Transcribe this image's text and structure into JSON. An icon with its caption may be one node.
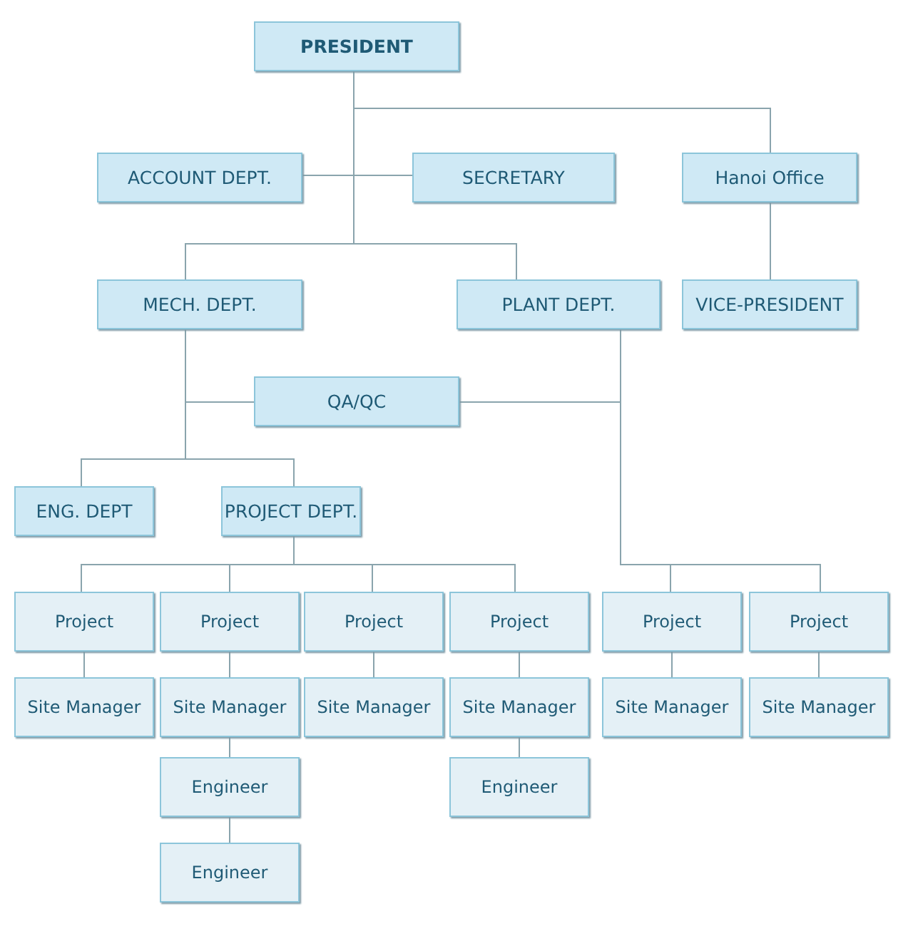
{
  "diagram": {
    "nodes": [
      {
        "text": [
          "PRESIDENT"
        ]
      },
      {
        "text": [
          "ACCOUNT DEPT."
        ]
      },
      {
        "text": [
          "SECRETARY"
        ]
      },
      {
        "text": [
          "Hanoi Office"
        ]
      },
      {
        "text": [
          "MECH. DEPT."
        ]
      },
      {
        "text": [
          "PLANT DEPT."
        ]
      },
      {
        "text": [
          "VICE-PRESIDENT"
        ]
      },
      {
        "text": [
          "QA/QC"
        ]
      },
      {
        "text": [
          "ENG. DEPT"
        ]
      },
      {
        "text": [
          "PROJECT DEPT."
        ]
      },
      {
        "text": [
          "Project"
        ]
      },
      {
        "text": [
          "Project"
        ]
      },
      {
        "text": [
          "Project"
        ]
      },
      {
        "text": [
          "Project"
        ]
      },
      {
        "text": [
          "Project"
        ]
      },
      {
        "text": [
          "Project"
        ]
      },
      {
        "text": [
          "Site Manager"
        ]
      },
      {
        "text": [
          "Site Manager"
        ]
      },
      {
        "text": [
          "Site Manager"
        ]
      },
      {
        "text": [
          "Site Manager"
        ]
      },
      {
        "text": [
          "Site Manager"
        ]
      },
      {
        "text": [
          "Site Manager"
        ]
      },
      {
        "text": [
          "Engineer"
        ]
      },
      {
        "text": [
          "Engineer"
        ]
      },
      {
        "text": [
          "Engineer"
        ]
      }
    ],
    "edges": [
      {
        "from": 0,
        "to": 1,
        "arrow": "none"
      },
      {
        "from": 0,
        "to": 2,
        "arrow": "none"
      },
      {
        "from": 0,
        "to": 3,
        "arrow": "none"
      },
      {
        "from": 0,
        "to": 4,
        "arrow": "none"
      },
      {
        "from": 0,
        "to": 5,
        "arrow": "none"
      },
      {
        "from": 3,
        "to": 6,
        "arrow": "none"
      },
      {
        "from": 4,
        "to": 7,
        "arrow": "none"
      },
      {
        "from": 5,
        "to": 7,
        "arrow": "none"
      },
      {
        "from": 4,
        "to": 8,
        "arrow": "none"
      },
      {
        "from": 4,
        "to": 9,
        "arrow": "none"
      },
      {
        "from": 9,
        "to": 10,
        "arrow": "none"
      },
      {
        "from": 9,
        "to": 11,
        "arrow": "none"
      },
      {
        "from": 9,
        "to": 12,
        "arrow": "none"
      },
      {
        "from": 9,
        "to": 13,
        "arrow": "none"
      },
      {
        "from": 5,
        "to": 14,
        "arrow": "none"
      },
      {
        "from": 5,
        "to": 15,
        "arrow": "none"
      },
      {
        "from": 10,
        "to": 16,
        "arrow": "none"
      },
      {
        "from": 11,
        "to": 17,
        "arrow": "none"
      },
      {
        "from": 12,
        "to": 18,
        "arrow": "none"
      },
      {
        "from": 13,
        "to": 19,
        "arrow": "none"
      },
      {
        "from": 14,
        "to": 20,
        "arrow": "none"
      },
      {
        "from": 15,
        "to": 21,
        "arrow": "none"
      },
      {
        "from": 17,
        "to": 22,
        "arrow": "none"
      },
      {
        "from": 19,
        "to": 23,
        "arrow": "none"
      },
      {
        "from": 22,
        "to": 24,
        "arrow": "none"
      }
    ]
  }
}
